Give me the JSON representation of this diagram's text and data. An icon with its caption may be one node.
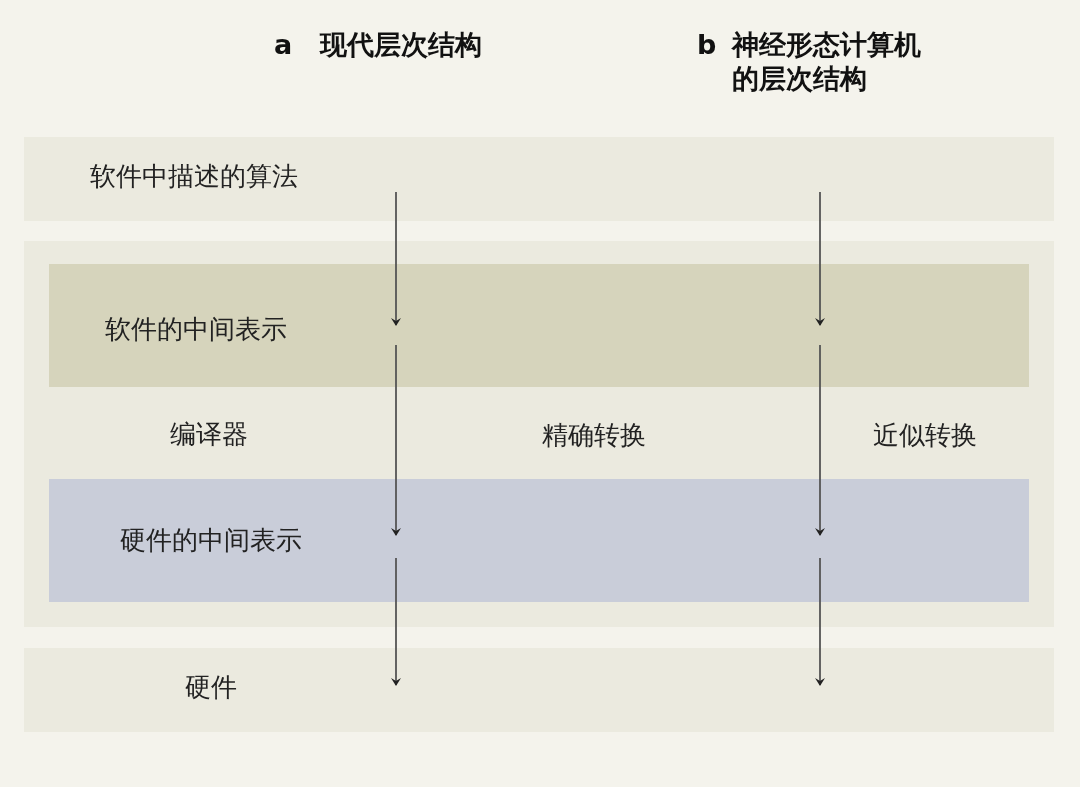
{
  "diagram": {
    "nodes": [
      {
        "text": [
          "软件中描述的算法"
        ]
      },
      {
        "text": [
          "编译器"
        ]
      },
      {
        "text": [
          "软件的中间表示"
        ],
        "in": 1
      },
      {
        "text": [
          "硬件的中间表示"
        ],
        "in": 1
      },
      {
        "text": [
          "硬件"
        ]
      }
    ],
    "edges": [
      {
        "from": 0,
        "to": 2,
        "arrow": "to"
      },
      {
        "from": 2,
        "to": 3,
        "arrow": "to"
      },
      {
        "from": 3,
        "to": 4,
        "arrow": "to"
      },
      {
        "from": 0,
        "to": 2,
        "arrow": "to"
      },
      {
        "from": 2,
        "to": 3,
        "arrow": "to"
      },
      {
        "from": 3,
        "to": 4,
        "arrow": "to"
      }
    ],
    "labels": [
      "a",
      "现代层次结构",
      "b",
      "神经形态计算机的层次结构",
      "精确转换",
      "近似转换"
    ]
  }
}
